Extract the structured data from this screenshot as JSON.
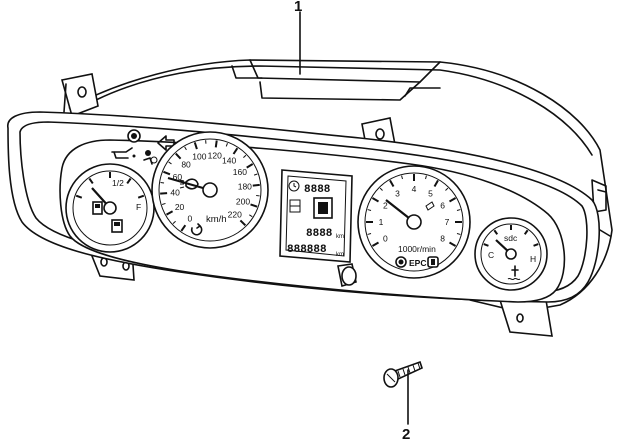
{
  "callouts": {
    "cluster": "1",
    "screw": "2"
  },
  "fuel_gauge": {
    "half_label": "1/2",
    "full_label": "F"
  },
  "speedometer": {
    "unit": "km/h",
    "scale": [
      "0",
      "20",
      "40",
      "60",
      "80",
      "100",
      "120",
      "140",
      "160",
      "180",
      "200",
      "220"
    ]
  },
  "display": {
    "top_digits": "8888",
    "trip_digits": "8888",
    "odo_digits": "888888",
    "unit_km": "km"
  },
  "tachometer": {
    "unit": "1000r/min",
    "scale": [
      "0",
      "1",
      "2",
      "3",
      "4",
      "5",
      "6",
      "7",
      "8"
    ],
    "epc_label": "EPC"
  },
  "temp_gauge": {
    "brand": "sdc",
    "cold_label": "C",
    "hot_label": "H"
  }
}
